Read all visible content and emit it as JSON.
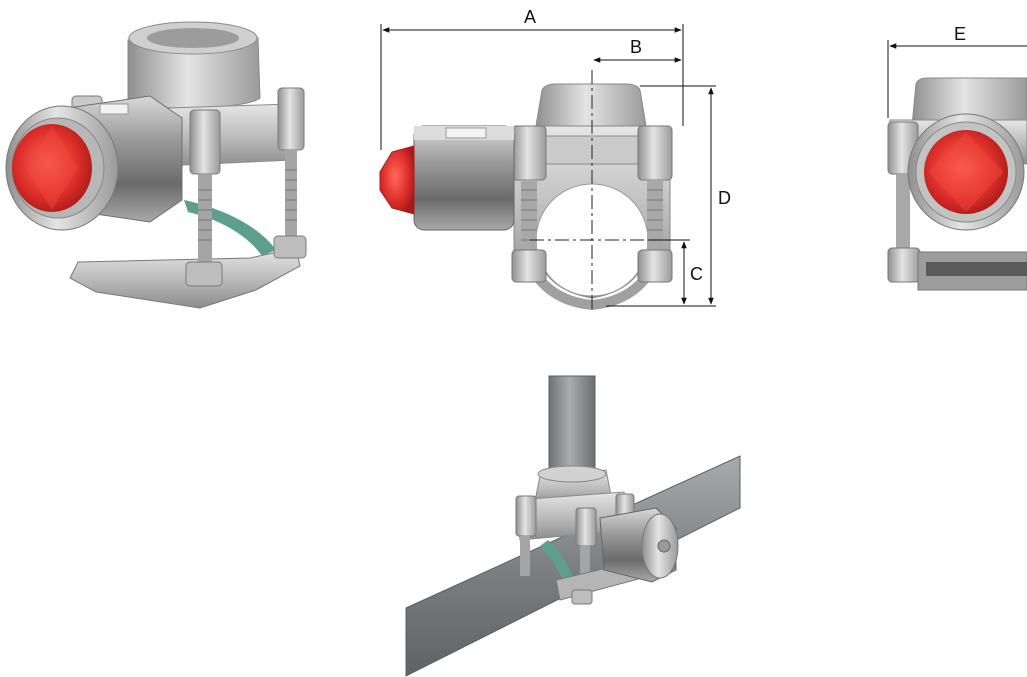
{
  "dimensions": {
    "a": "A",
    "b": "B",
    "c": "C",
    "d": "D",
    "e": "E"
  },
  "colors": {
    "steel": "#bcbcbc",
    "steel_dark": "#8a8a8a",
    "cap_red": "#e0302c",
    "liner_green": "#5d9e8d",
    "pipe_gray": "#8e9294"
  }
}
